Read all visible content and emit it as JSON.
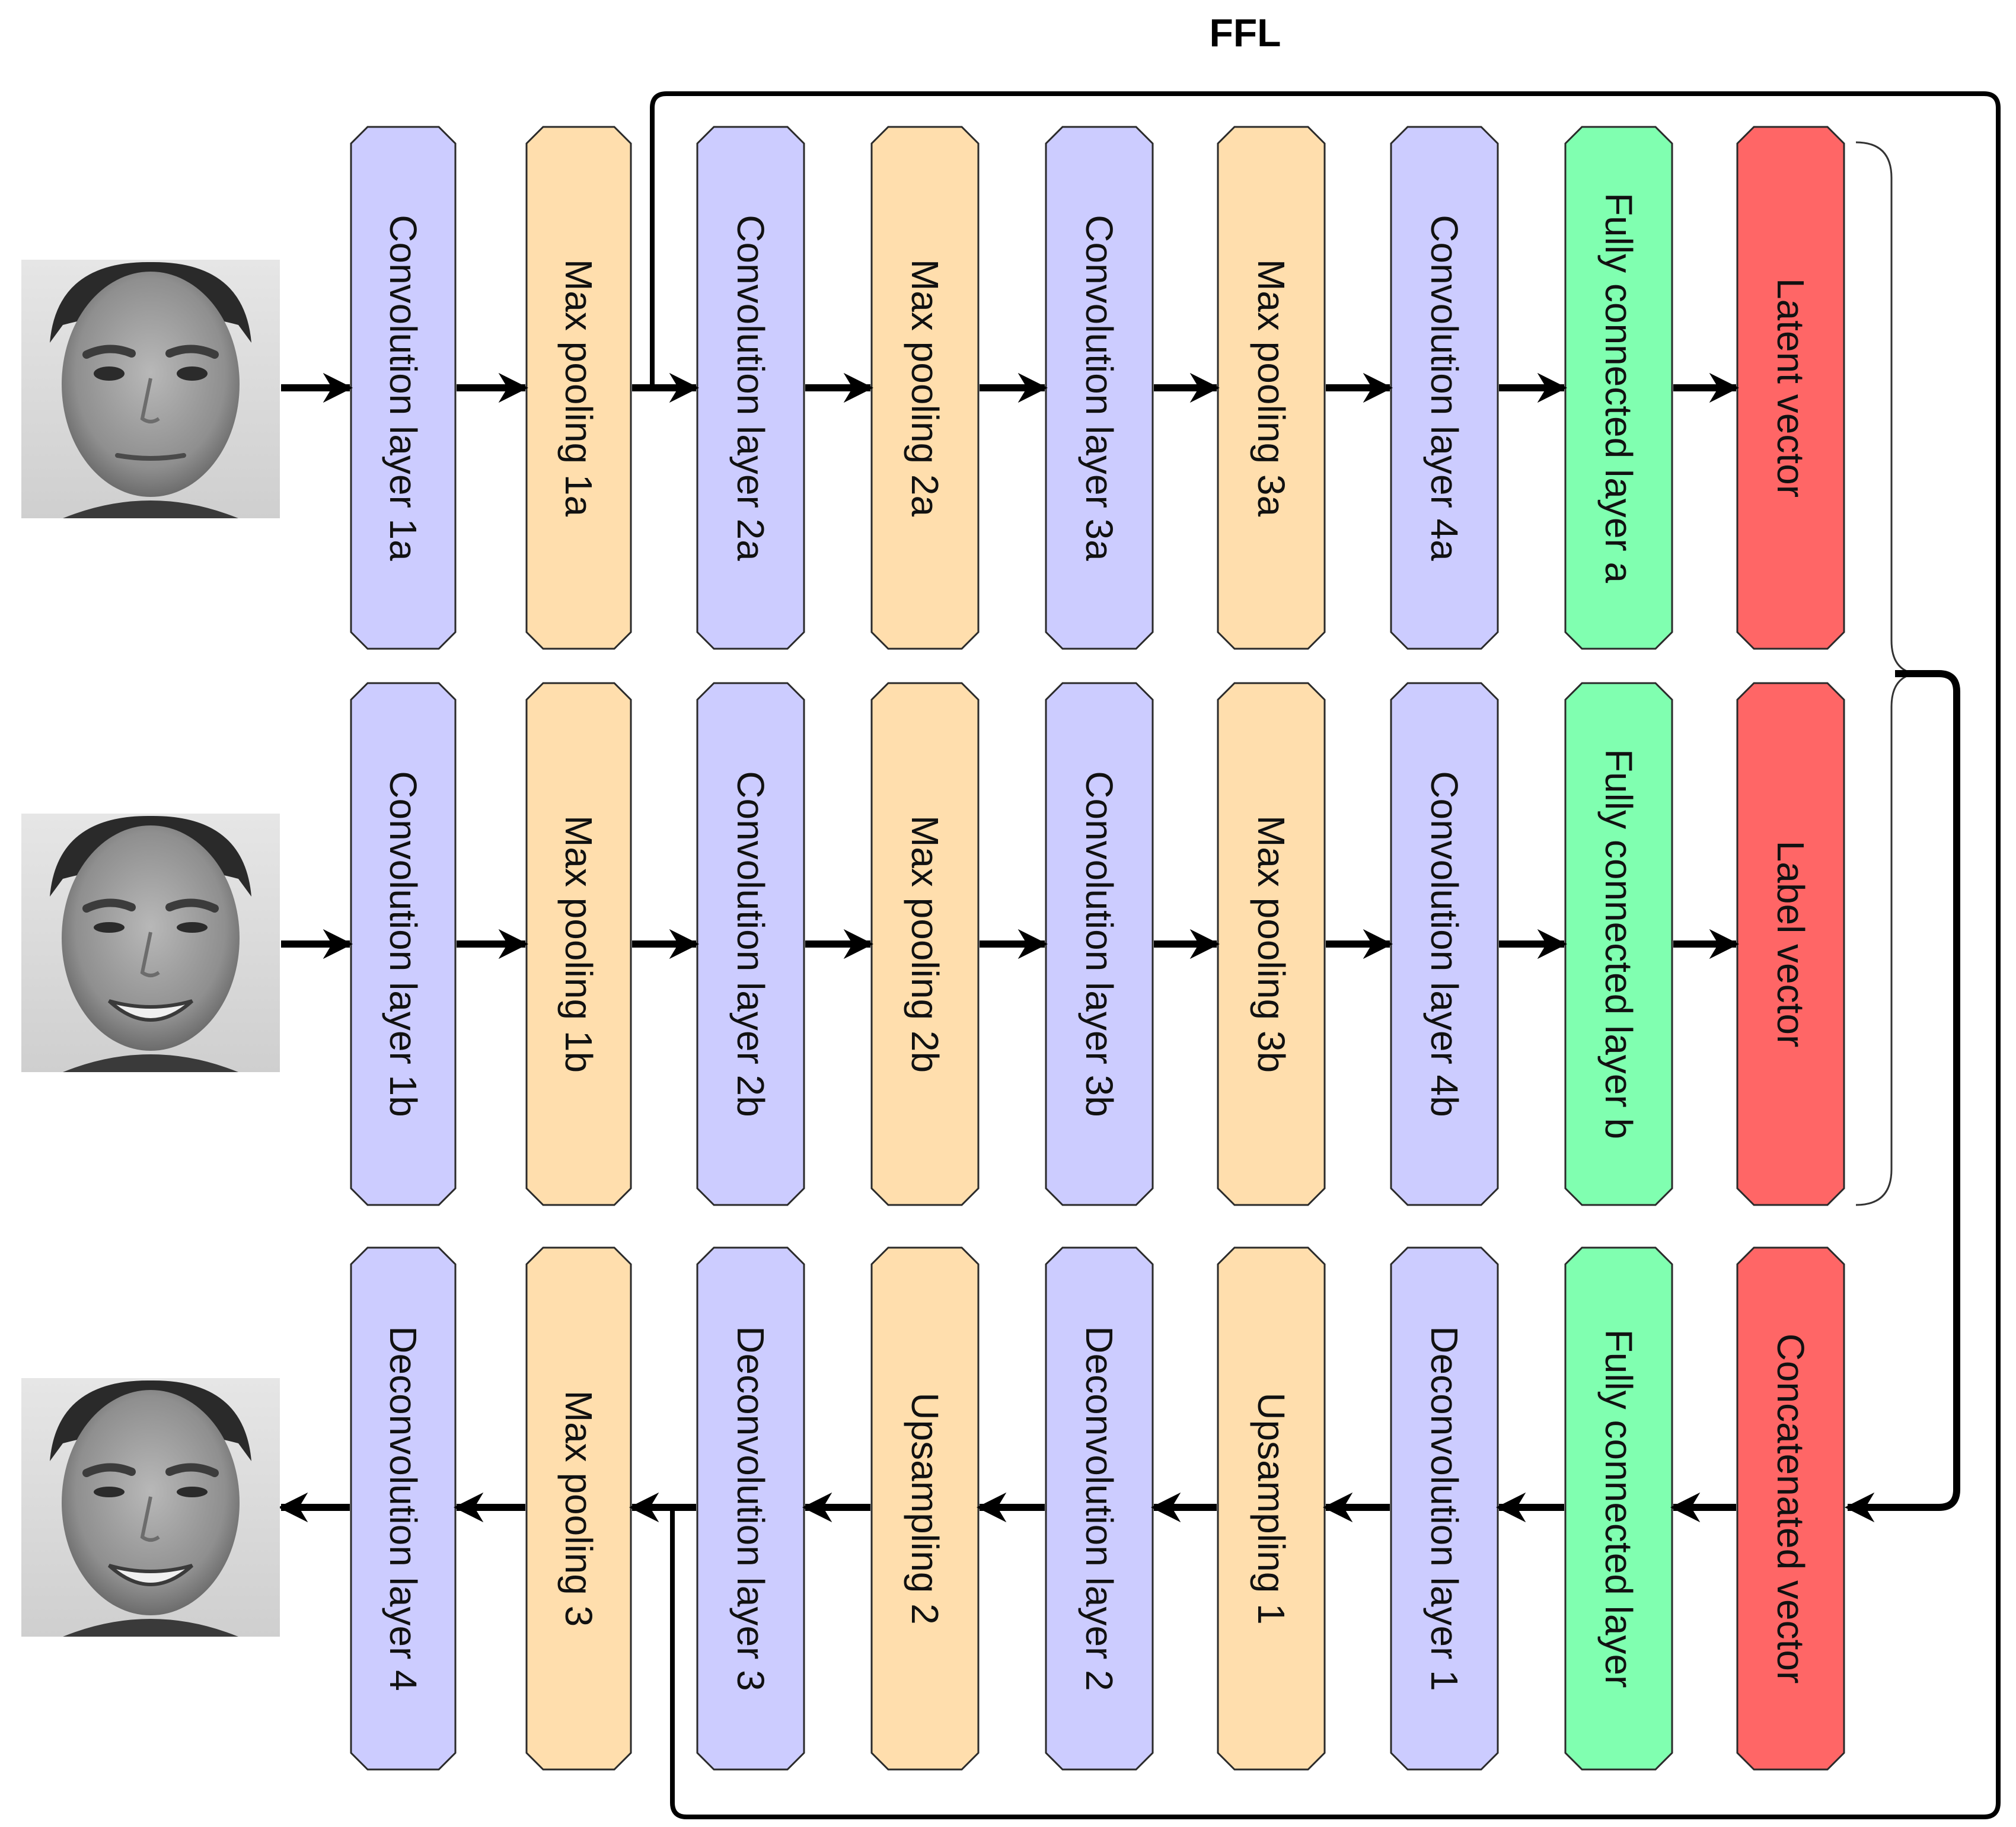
{
  "title": "FFL",
  "colors": {
    "conv": "#ccccff",
    "pool": "#ffdead",
    "fc": "#80ffb0",
    "vec": "#ff6666",
    "stroke": "#2a2a2a",
    "arrow": "#000000"
  },
  "images": [
    {
      "name": "input-face-neutral-image",
      "expression": "neutral"
    },
    {
      "name": "input-face-smiling-image",
      "expression": "smiling"
    },
    {
      "name": "output-face-generated-image",
      "expression": "smiling"
    }
  ],
  "rows": [
    {
      "name": "encoder-a",
      "direction": "right",
      "blocks": [
        {
          "label": "Convolution layer 1a",
          "kind": "conv"
        },
        {
          "label": "Max pooling 1a",
          "kind": "pool"
        },
        {
          "label": "Convolution layer 2a",
          "kind": "conv"
        },
        {
          "label": "Max pooling 2a",
          "kind": "pool"
        },
        {
          "label": "Convolution layer 3a",
          "kind": "conv"
        },
        {
          "label": "Max pooling 3a",
          "kind": "pool"
        },
        {
          "label": "Convolution layer 4a",
          "kind": "conv"
        },
        {
          "label": "Fully connected layer a",
          "kind": "fc"
        },
        {
          "label": "Latent vector",
          "kind": "vec"
        }
      ]
    },
    {
      "name": "encoder-b",
      "direction": "right",
      "blocks": [
        {
          "label": "Convolution layer 1b",
          "kind": "conv"
        },
        {
          "label": "Max pooling 1b",
          "kind": "pool"
        },
        {
          "label": "Convolution layer 2b",
          "kind": "conv"
        },
        {
          "label": "Max pooling 2b",
          "kind": "pool"
        },
        {
          "label": "Convolution layer 3b",
          "kind": "conv"
        },
        {
          "label": "Max pooling 3b",
          "kind": "pool"
        },
        {
          "label": "Convolution layer 4b",
          "kind": "conv"
        },
        {
          "label": "Fully connected layer b",
          "kind": "fc"
        },
        {
          "label": "Label vector",
          "kind": "vec"
        }
      ]
    },
    {
      "name": "decoder",
      "direction": "left",
      "blocks": [
        {
          "label": "Deconvolution layer 4",
          "kind": "conv"
        },
        {
          "label": "Max pooling 3",
          "kind": "pool"
        },
        {
          "label": "Deconvolution layer 3",
          "kind": "conv"
        },
        {
          "label": "Upsampling 2",
          "kind": "pool"
        },
        {
          "label": "Deconvolution layer 2",
          "kind": "conv"
        },
        {
          "label": "Upsampling 1",
          "kind": "pool"
        },
        {
          "label": "Deconvolution layer 1",
          "kind": "conv"
        },
        {
          "label": "Fully connected layer",
          "kind": "fc"
        },
        {
          "label": "Concatenated vector",
          "kind": "vec"
        }
      ]
    }
  ]
}
